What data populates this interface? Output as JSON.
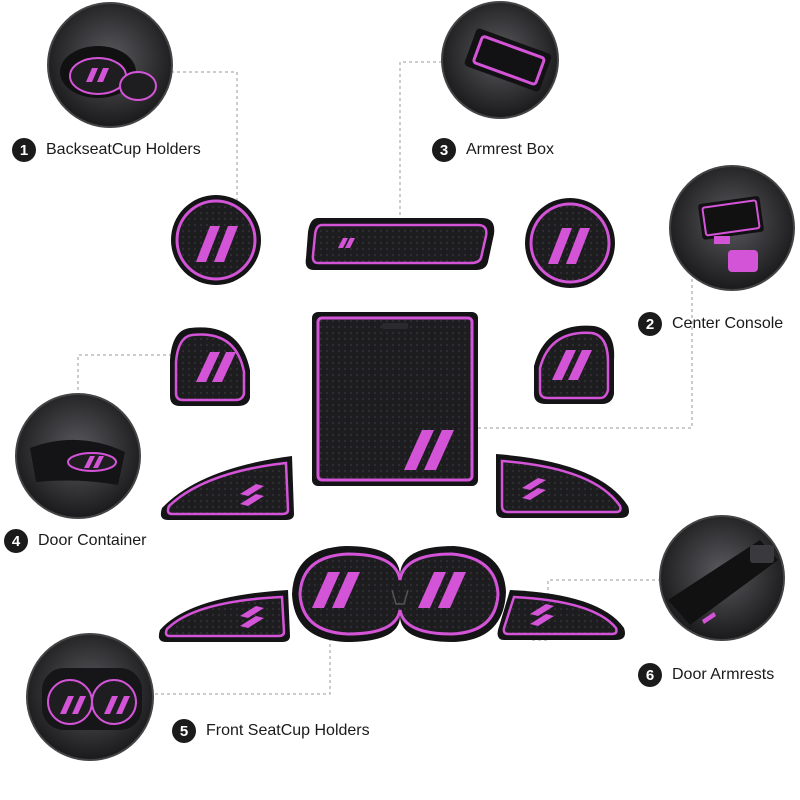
{
  "colors": {
    "mat_dark": "#1c1c1e",
    "accent_pink": "#d454d8",
    "accent_light": "#e68ae8",
    "badge_bg": "#1b1b1b",
    "leader_line": "#9a9a9a"
  },
  "callouts": [
    {
      "number": "1",
      "label": "BackseatCup Holders"
    },
    {
      "number": "2",
      "label": "Center Console"
    },
    {
      "number": "3",
      "label": "Armrest Box"
    },
    {
      "number": "4",
      "label": "Door Container"
    },
    {
      "number": "5",
      "label": "Front SeatCup Holders"
    },
    {
      "number": "6",
      "label": "Door Armrests"
    }
  ]
}
